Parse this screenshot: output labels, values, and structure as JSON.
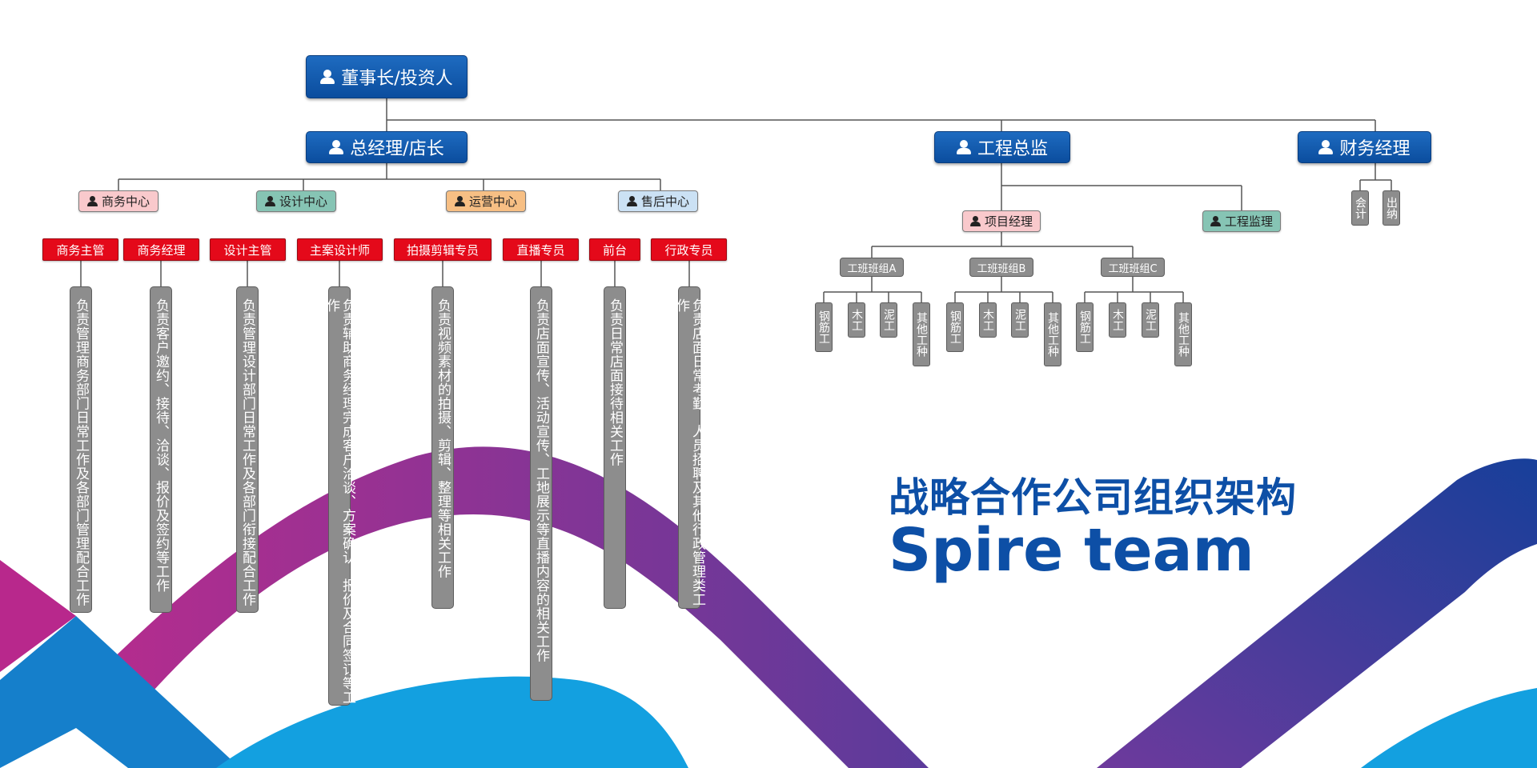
{
  "colors": {
    "blue_box": "#0b4d9e",
    "sub_red": "#e4091a",
    "bar_gray": "#8d8d8d",
    "dept_pink": "#f9c9cc",
    "dept_green": "#86c4b4",
    "dept_orange": "#f7bf84",
    "dept_lightblue": "#cbe1f4",
    "wave_magenta": "#b62b8c",
    "wave_purple": "#6a3ea0",
    "wave_blue": "#1399dd",
    "title_blue": "#0d4fa6"
  },
  "chairman": {
    "label": "董事长/投资人",
    "icon": "user-icon"
  },
  "general_manager": {
    "label": "总经理/店长",
    "icon": "user-icon"
  },
  "engineering_director": {
    "label": "工程总监",
    "icon": "user-icon"
  },
  "finance_manager": {
    "label": "财务经理",
    "icon": "user-icon"
  },
  "departments": [
    {
      "label": "商务中心",
      "color": "#f9c9cc"
    },
    {
      "label": "设计中心",
      "color": "#86c4b4"
    },
    {
      "label": "运营中心",
      "color": "#f7bf84"
    },
    {
      "label": "售后中心",
      "color": "#cbe1f4"
    }
  ],
  "positions": [
    {
      "title": "商务主管",
      "duty": "负责管理商务部门日常工作及各部门管理配合工作"
    },
    {
      "title": "商务经理",
      "duty": "负责客户邀约、接待、洽谈、报价及签约等工作"
    },
    {
      "title": "设计主管",
      "duty": "负责管理设计部门日常工作及各部门衔接配合工作"
    },
    {
      "title": "主案设计师",
      "duty": "负责辅助商务经理完成客户洽谈、方案确认、报价及合同签订等工作"
    },
    {
      "title": "拍摄剪辑专员",
      "duty": "负责视频素材的拍摄、剪辑、整理等相关工作"
    },
    {
      "title": "直播专员",
      "duty": "负责店面宣传、活动宣传、工地展示等直播内容的相关工作"
    },
    {
      "title": "前台",
      "duty": "负责日常店面接待相关工作"
    },
    {
      "title": "行政专员",
      "duty": "负责店面日常考勤、人员招聘及其他行政管理类工作"
    }
  ],
  "project_manager": {
    "label": "项目经理",
    "color": "#f9c9cc"
  },
  "engineering_supervisor": {
    "label": "工程监理",
    "color": "#86c4b4"
  },
  "crews": [
    {
      "label": "工班班组A",
      "trades": [
        "钢筋工",
        "木工",
        "泥工",
        "其他工种"
      ]
    },
    {
      "label": "工班班组B",
      "trades": [
        "钢筋工",
        "木工",
        "泥工",
        "其他工种"
      ]
    },
    {
      "label": "工班班组C",
      "trades": [
        "钢筋工",
        "木工",
        "泥工",
        "其他工种"
      ]
    }
  ],
  "finance_roles": [
    "会计",
    "出纳"
  ],
  "title_cn": "战略合作公司组织架构",
  "title_en": "Spire team"
}
